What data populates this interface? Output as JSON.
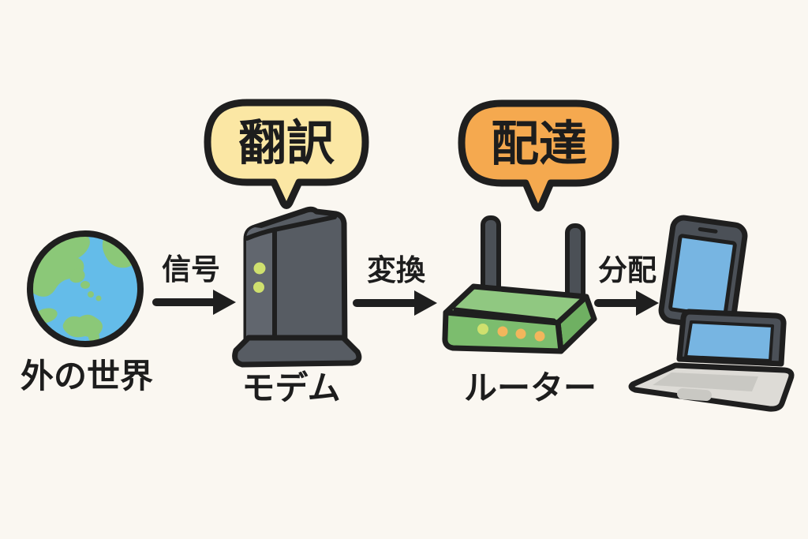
{
  "colors": {
    "background": "#faf7f1",
    "outline": "#1f1f1f",
    "text": "#1d1d1d",
    "bubble_yellow": "#fbe7a4",
    "bubble_orange": "#f5a94f",
    "globe_ocean": "#64bce9",
    "globe_land": "#8bc878",
    "modem_side": "#575c63",
    "modem_front": "#61666e",
    "led_green": "#cfe06e",
    "led_amber": "#f2b65c",
    "router_top": "#90c881",
    "router_front": "#7cbd6e",
    "router_side": "#6fb062",
    "antenna_gray": "#4b5056",
    "device_dark": "#4b5057",
    "screen_blue": "#77b5e2",
    "laptop_base": "#dddbd6",
    "laptop_keys": "#c9c8c3"
  },
  "icons": {
    "globe": "globe-icon",
    "modem": "modem-icon",
    "router": "router-icon",
    "smartphone": "smartphone-icon",
    "laptop": "laptop-icon"
  },
  "diagram": {
    "source": {
      "label": "外の世界"
    },
    "arrow_signal": {
      "label": "信号"
    },
    "modem": {
      "label": "モデム"
    },
    "modem_bubble": {
      "label": "翻訳"
    },
    "arrow_convert": {
      "label": "変換"
    },
    "router": {
      "label": "ルーター"
    },
    "router_bubble": {
      "label": "配達"
    },
    "arrow_distribute": {
      "label": "分配"
    }
  }
}
